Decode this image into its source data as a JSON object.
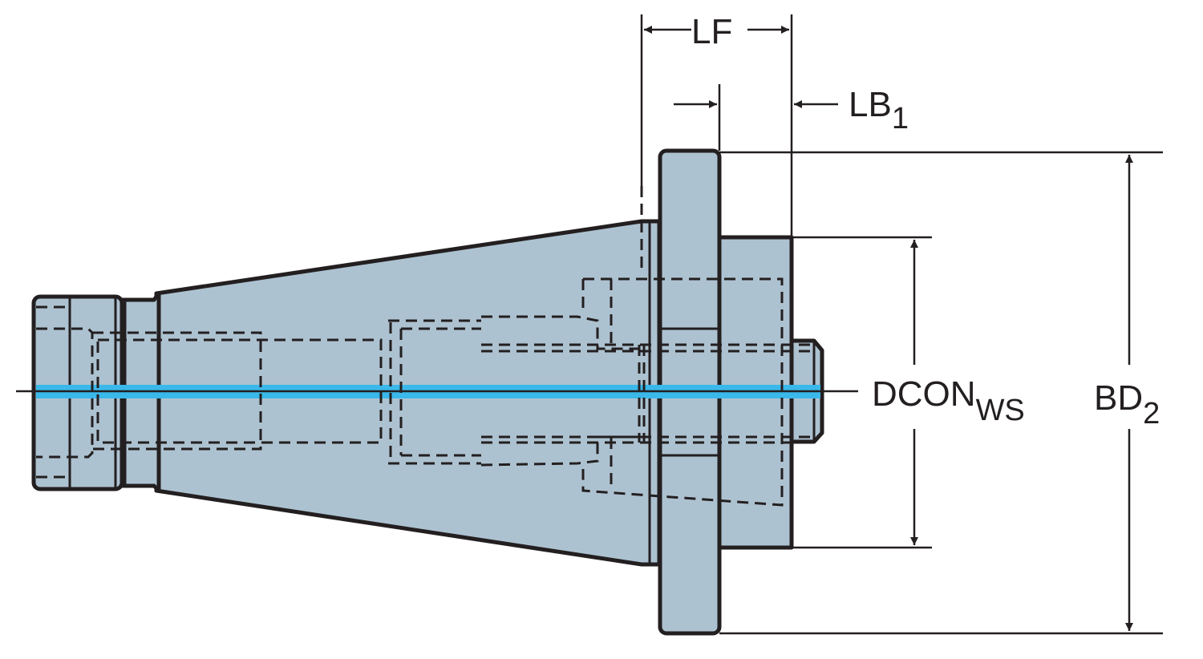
{
  "title": "Tool holder adapter dimension drawing",
  "colors": {
    "body": "#adc2d0",
    "outline": "#231f20",
    "coolant_channel": "#3ab8ea"
  },
  "dimensions": {
    "lf": {
      "main": "LF"
    },
    "lb1": {
      "main": "LB",
      "sub": "1"
    },
    "dconws": {
      "main": "DCON",
      "sub": "WS"
    },
    "bd2": {
      "main": "BD",
      "sub": "2"
    }
  }
}
